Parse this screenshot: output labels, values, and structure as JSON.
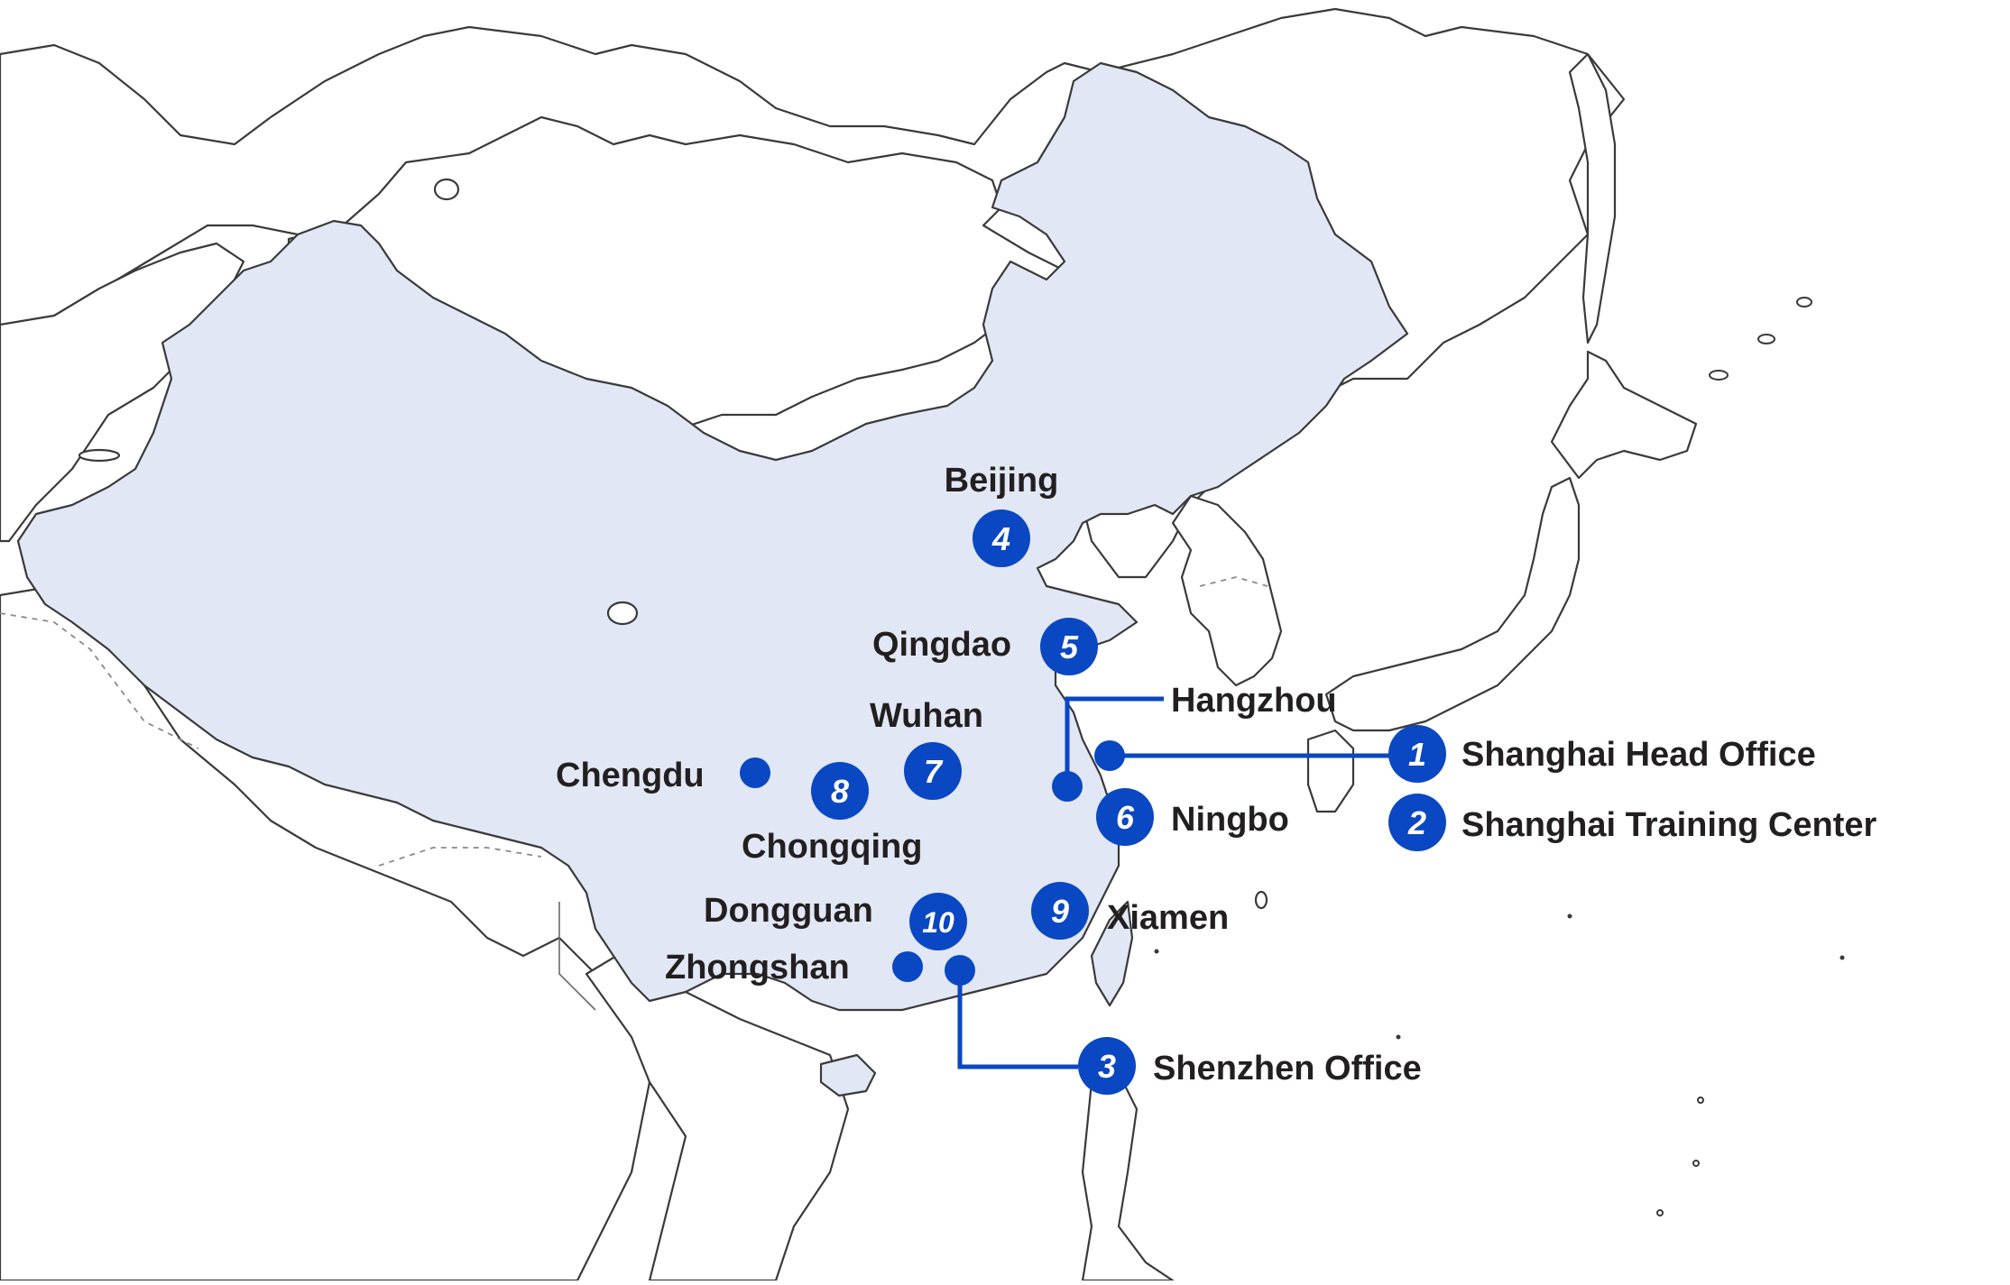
{
  "map": {
    "colors": {
      "marker": "#0a47c2",
      "china_fill": "#e1e7f4",
      "coast_stroke": "#3a3a3a",
      "label_text": "#231f20"
    },
    "cities": {
      "beijing": "Beijing",
      "qingdao": "Qingdao",
      "hangzhou": "Hangzhou",
      "wuhan": "Wuhan",
      "chengdu": "Chengdu",
      "chongqing": "Chongqing",
      "ningbo": "Ningbo",
      "xiamen": "Xiamen",
      "dongguan": "Dongguan",
      "zhongshan": "Zhongshan"
    },
    "offices": {
      "shanghai_head": "Shanghai Head Office",
      "shanghai_training": "Shanghai Training Center",
      "shenzhen": "Shenzhen Office"
    },
    "badges": {
      "b1": "1",
      "b2": "2",
      "b3": "3",
      "b4": "4",
      "b5": "5",
      "b6": "6",
      "b7": "7",
      "b8": "8",
      "b9": "9",
      "b10": "10"
    }
  }
}
